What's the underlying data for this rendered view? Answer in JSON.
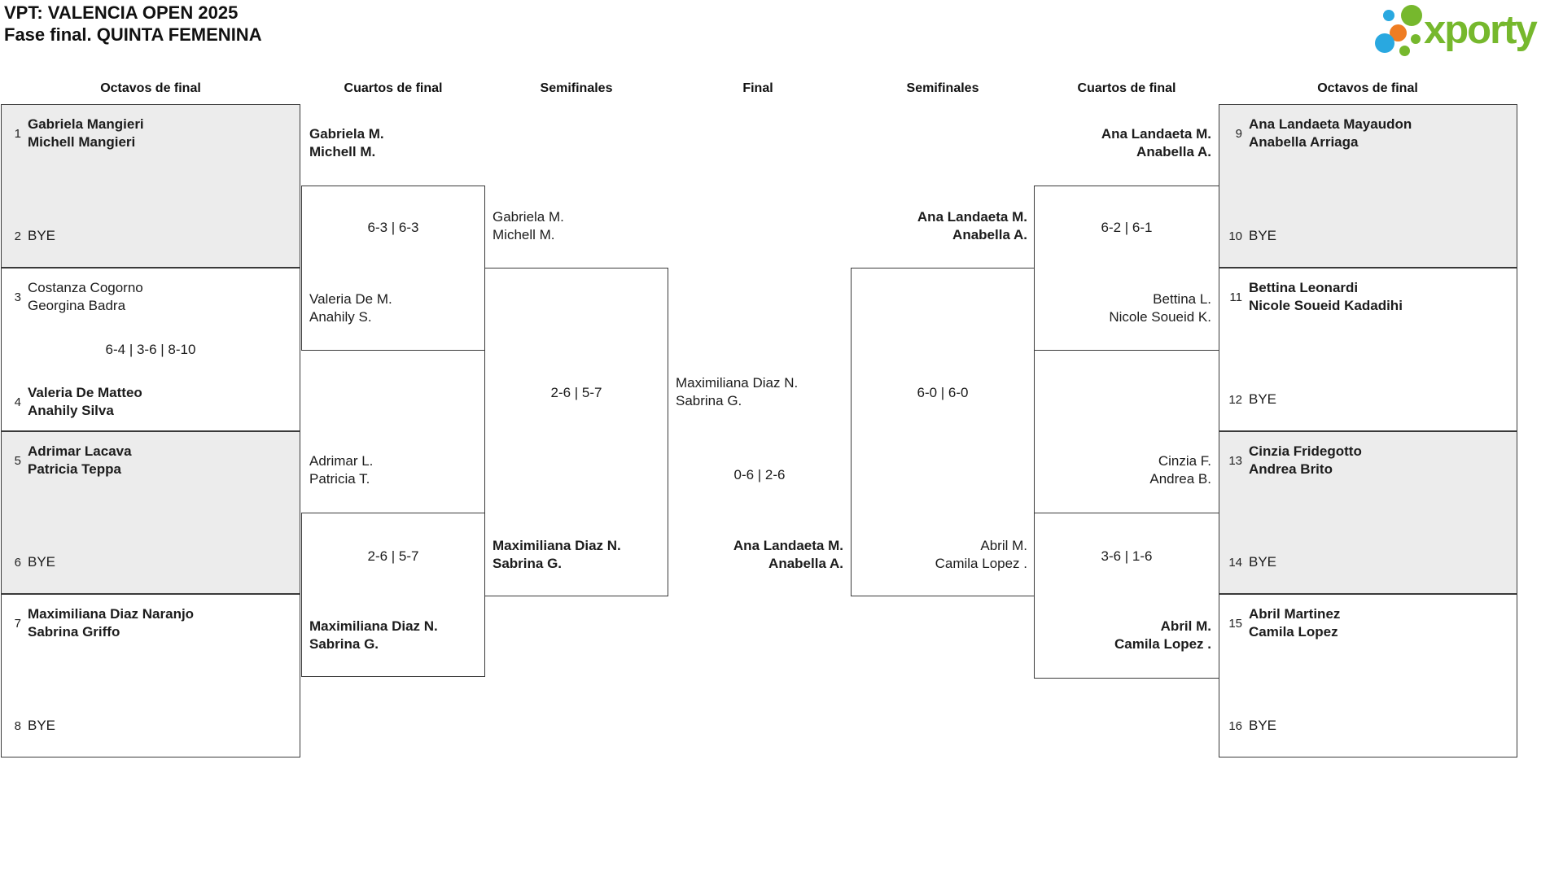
{
  "title": {
    "line1": "VPT: VALENCIA OPEN 2025",
    "line2": "Fase final. QUINTA FEMENINA"
  },
  "logo": {
    "wordmark": "xporty"
  },
  "colors": {
    "brand_green": "#76b82d",
    "brand_blue": "#29a8e0",
    "brand_orange": "#ef7d23",
    "box_grey": "#ececec",
    "border": "#3a3a3a"
  },
  "rounds": {
    "octavos_left": "Octavos de final",
    "cuartos_left": "Cuartos de final",
    "semis_left": "Semifinales",
    "final": "Final",
    "semis_right": "Semifinales",
    "cuartos_right": "Cuartos de final",
    "octavos_right": "Octavos de final"
  },
  "octavos_left": [
    {
      "seed_top": "1",
      "top1": "Gabriela Mangieri",
      "top2": "Michell Mangieri",
      "seed_bottom": "2",
      "bottom1": "BYE"
    },
    {
      "seed_top": "3",
      "top1": "Costanza Cogorno",
      "top2": "Georgina Badra",
      "score": "6-4 | 3-6 | 8-10",
      "seed_bottom": "4",
      "bottom1": "Valeria De Matteo",
      "bottom2": "Anahily Silva"
    },
    {
      "seed_top": "5",
      "top1": "Adrimar Lacava",
      "top2": "Patricia Teppa",
      "seed_bottom": "6",
      "bottom1": "BYE"
    },
    {
      "seed_top": "7",
      "top1": "Maximiliana Diaz Naranjo",
      "top2": "Sabrina Griffo",
      "seed_bottom": "8",
      "bottom1": "BYE"
    }
  ],
  "octavos_right": [
    {
      "seed_top": "9",
      "top1": "Ana Landaeta Mayaudon",
      "top2": "Anabella Arriaga",
      "seed_bottom": "10",
      "bottom1": "BYE"
    },
    {
      "seed_top": "11",
      "top1": "Bettina Leonardi",
      "top2": "Nicole Soueid Kadadihi",
      "seed_bottom": "12",
      "bottom1": "BYE"
    },
    {
      "seed_top": "13",
      "top1": "Cinzia Fridegotto",
      "top2": "Andrea Brito",
      "seed_bottom": "14",
      "bottom1": "BYE"
    },
    {
      "seed_top": "15",
      "top1": "Abril Martinez",
      "top2": "Camila Lopez",
      "seed_bottom": "16",
      "bottom1": "BYE"
    }
  ],
  "cuartos_left": [
    {
      "top1": "Gabriela M.",
      "top2": "Michell M.",
      "score": "6-3 | 6-3",
      "bottom1": "Valeria De M.",
      "bottom2": "Anahily S."
    },
    {
      "top1": "Adrimar L.",
      "top2": "Patricia T.",
      "score": "2-6 | 5-7",
      "bottom1": "Maximiliana Diaz N.",
      "bottom2": "Sabrina G."
    }
  ],
  "semi_left": {
    "top1": "Gabriela M.",
    "top2": "Michell M.",
    "score": "2-6 | 5-7",
    "bottom1": "Maximiliana Diaz N.",
    "bottom2": "Sabrina G."
  },
  "final": {
    "top1": "Maximiliana Diaz N.",
    "top2": "Sabrina G.",
    "score": "0-6 | 2-6",
    "bottom1": "Ana Landaeta M.",
    "bottom2": "Anabella A."
  },
  "semi_right": {
    "top1": "Ana Landaeta M.",
    "top2": "Anabella A.",
    "score": "6-0 | 6-0",
    "bottom1": "Abril M.",
    "bottom2": "Camila Lopez ."
  },
  "cuartos_right": [
    {
      "top1": "Ana Landaeta M.",
      "top2": "Anabella A.",
      "score": "6-2 | 6-1",
      "bottom1": "Bettina L.",
      "bottom2": "Nicole Soueid K."
    },
    {
      "top1": "Cinzia F.",
      "top2": "Andrea B.",
      "score": "3-6 | 1-6",
      "bottom1": "Abril M.",
      "bottom2": "Camila Lopez ."
    }
  ]
}
